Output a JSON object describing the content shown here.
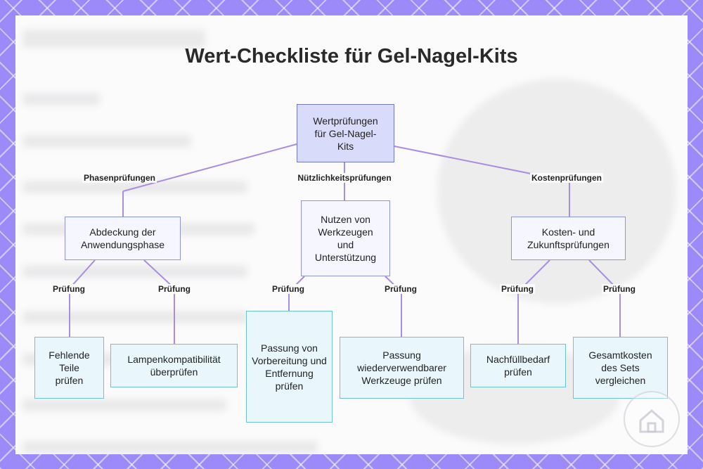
{
  "title": "Wert-Checkliste für Gel-Nagel-Kits",
  "nodes": {
    "root": "Wertprüfungen für Gel-Nagel-Kits",
    "phase": "Abdeckung der Anwendungsphase",
    "tools": "Nutzen von Werkzeugen und Unterstützung",
    "cost": "Kosten- und Zukunftsprüfungen",
    "missing_parts": "Fehlende Teile prüfen",
    "lamp": "Lampenkompatibilität überprüfen",
    "prep_removal": "Passung von Vorbereitung und Entfernung prüfen",
    "reusable_tools": "Passung wiederverwendbarer Werkzeuge prüfen",
    "refill": "Nachfüllbedarf prüfen",
    "total_cost": "Gesamtkosten des Sets vergleichen"
  },
  "edge_labels": {
    "phase": "Phasenprüfungen",
    "tools": "Nützlichkeitsprüfungen",
    "cost": "Kostenprüfungen",
    "check": "Prüfung"
  },
  "icons": {
    "brand": "home-icon"
  }
}
